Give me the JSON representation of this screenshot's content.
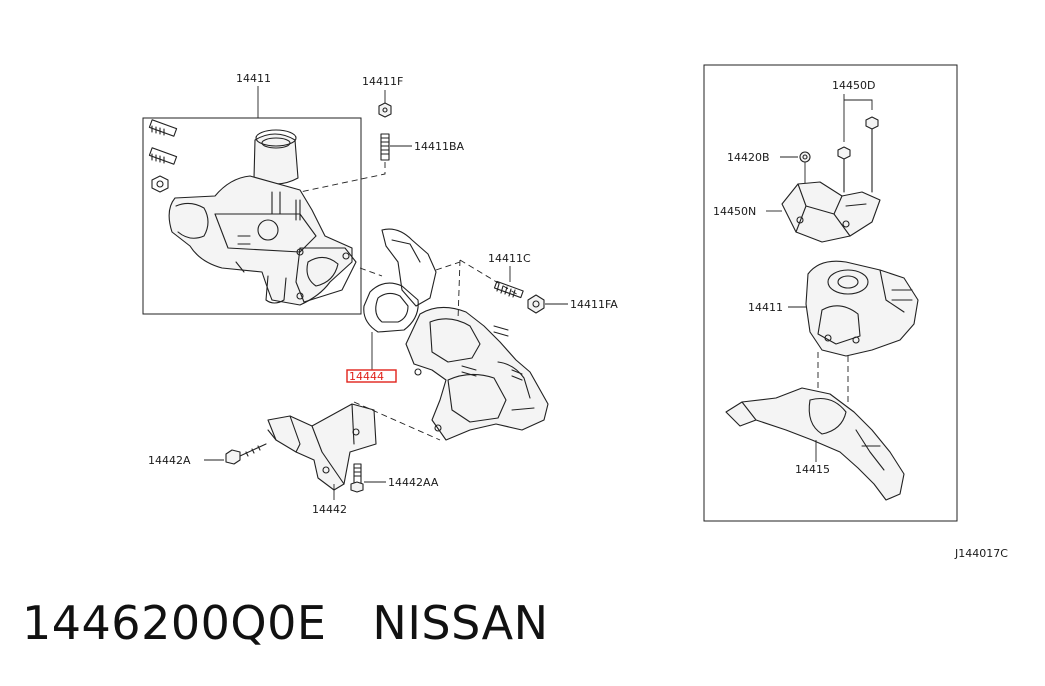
{
  "diagram": {
    "labels": {
      "l14411_top": "14411",
      "l14411F": "14411F",
      "l14411BA": "14411BA",
      "l14411C": "14411C",
      "l14411FA": "14411FA",
      "l14444": "14444",
      "l14442A": "14442A",
      "l14442AA": "14442AA",
      "l14442": "14442",
      "l14450D": "14450D",
      "l14420B": "14420B",
      "l14450N": "14450N",
      "l14411_right": "14411",
      "l14415": "14415",
      "code": "J144017C"
    },
    "highlight_color": "#e0221b",
    "highlighted_part": "14444"
  },
  "footer": {
    "part_number": "1446200Q0E",
    "brand": "NISSAN"
  }
}
